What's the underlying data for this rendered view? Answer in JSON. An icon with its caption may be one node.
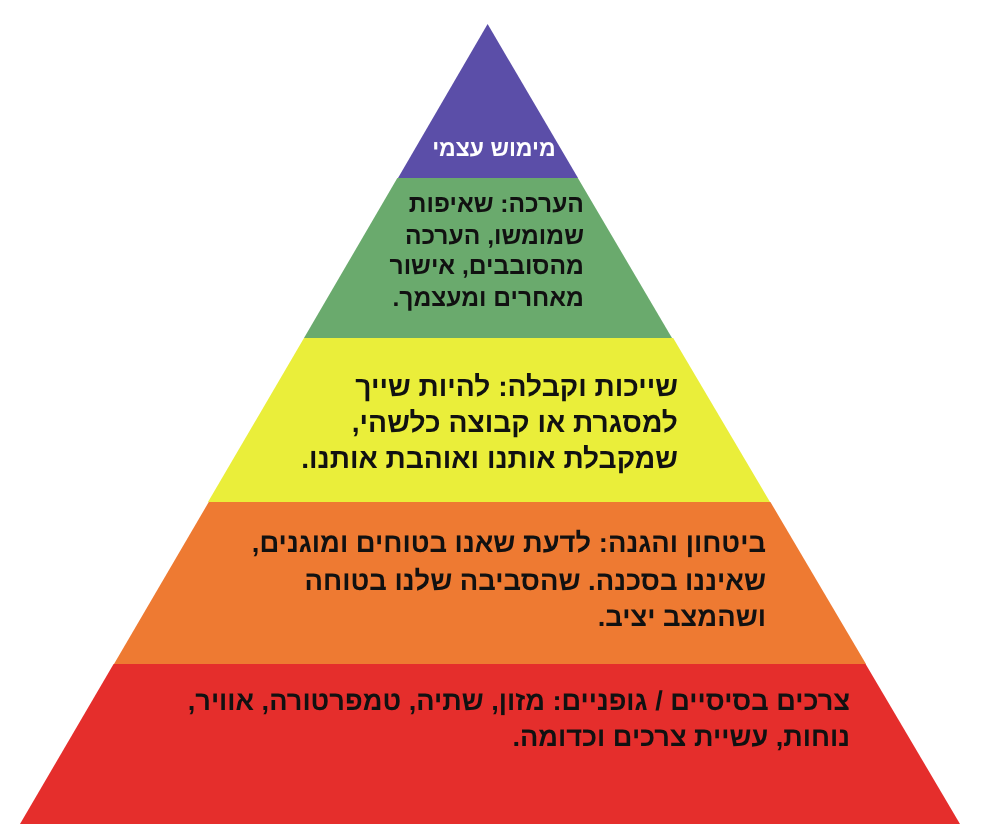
{
  "diagram": {
    "nodes": [
      {
        "text": [
          "מימוש עצמי"
        ]
      },
      {
        "text": [
          "הערכה: שאיפות שמומשו, הערכה מהסובבים, אישור מאחרים ומעצמך."
        ]
      },
      {
        "text": [
          "שייכות וקבלה: להיות שייך למסגרת או קבוצה כלשהי, שמקבלת אותנו ואוהבת אותנו."
        ]
      },
      {
        "text": [
          "ביטחון והגנה: לדעת שאנו בטוחים ומוגנים, שאיננו בסכנה. שהסביבה שלנו בטוחה ושהמצב יציב."
        ]
      },
      {
        "text": [
          "צרכים בסיסיים / גופניים: מזון, שתיה, טמפרטורה, אוויר, נוחות, עשיית צרכים וכדומה."
        ]
      }
    ]
  }
}
